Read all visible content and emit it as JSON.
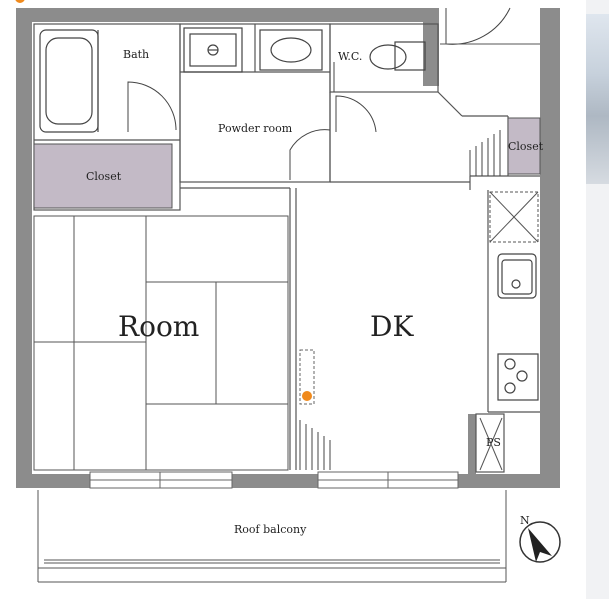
{
  "floorplan": {
    "header_partial": "…",
    "rooms": {
      "bath": "Bath",
      "powder_room": "Powder room",
      "wc": "W.C.",
      "closet_left": "Closet",
      "closet_right": "Closet",
      "room": "Room",
      "dk": "DK",
      "ps": "PS",
      "balcony": "Roof balcony"
    },
    "compass": {
      "north_label": "N"
    },
    "colors": {
      "wall": "#8c8c8c",
      "line": "#555555",
      "closet_fill": "#c3bac6",
      "marker": "#f08a1c",
      "background": "#ffffff"
    }
  }
}
